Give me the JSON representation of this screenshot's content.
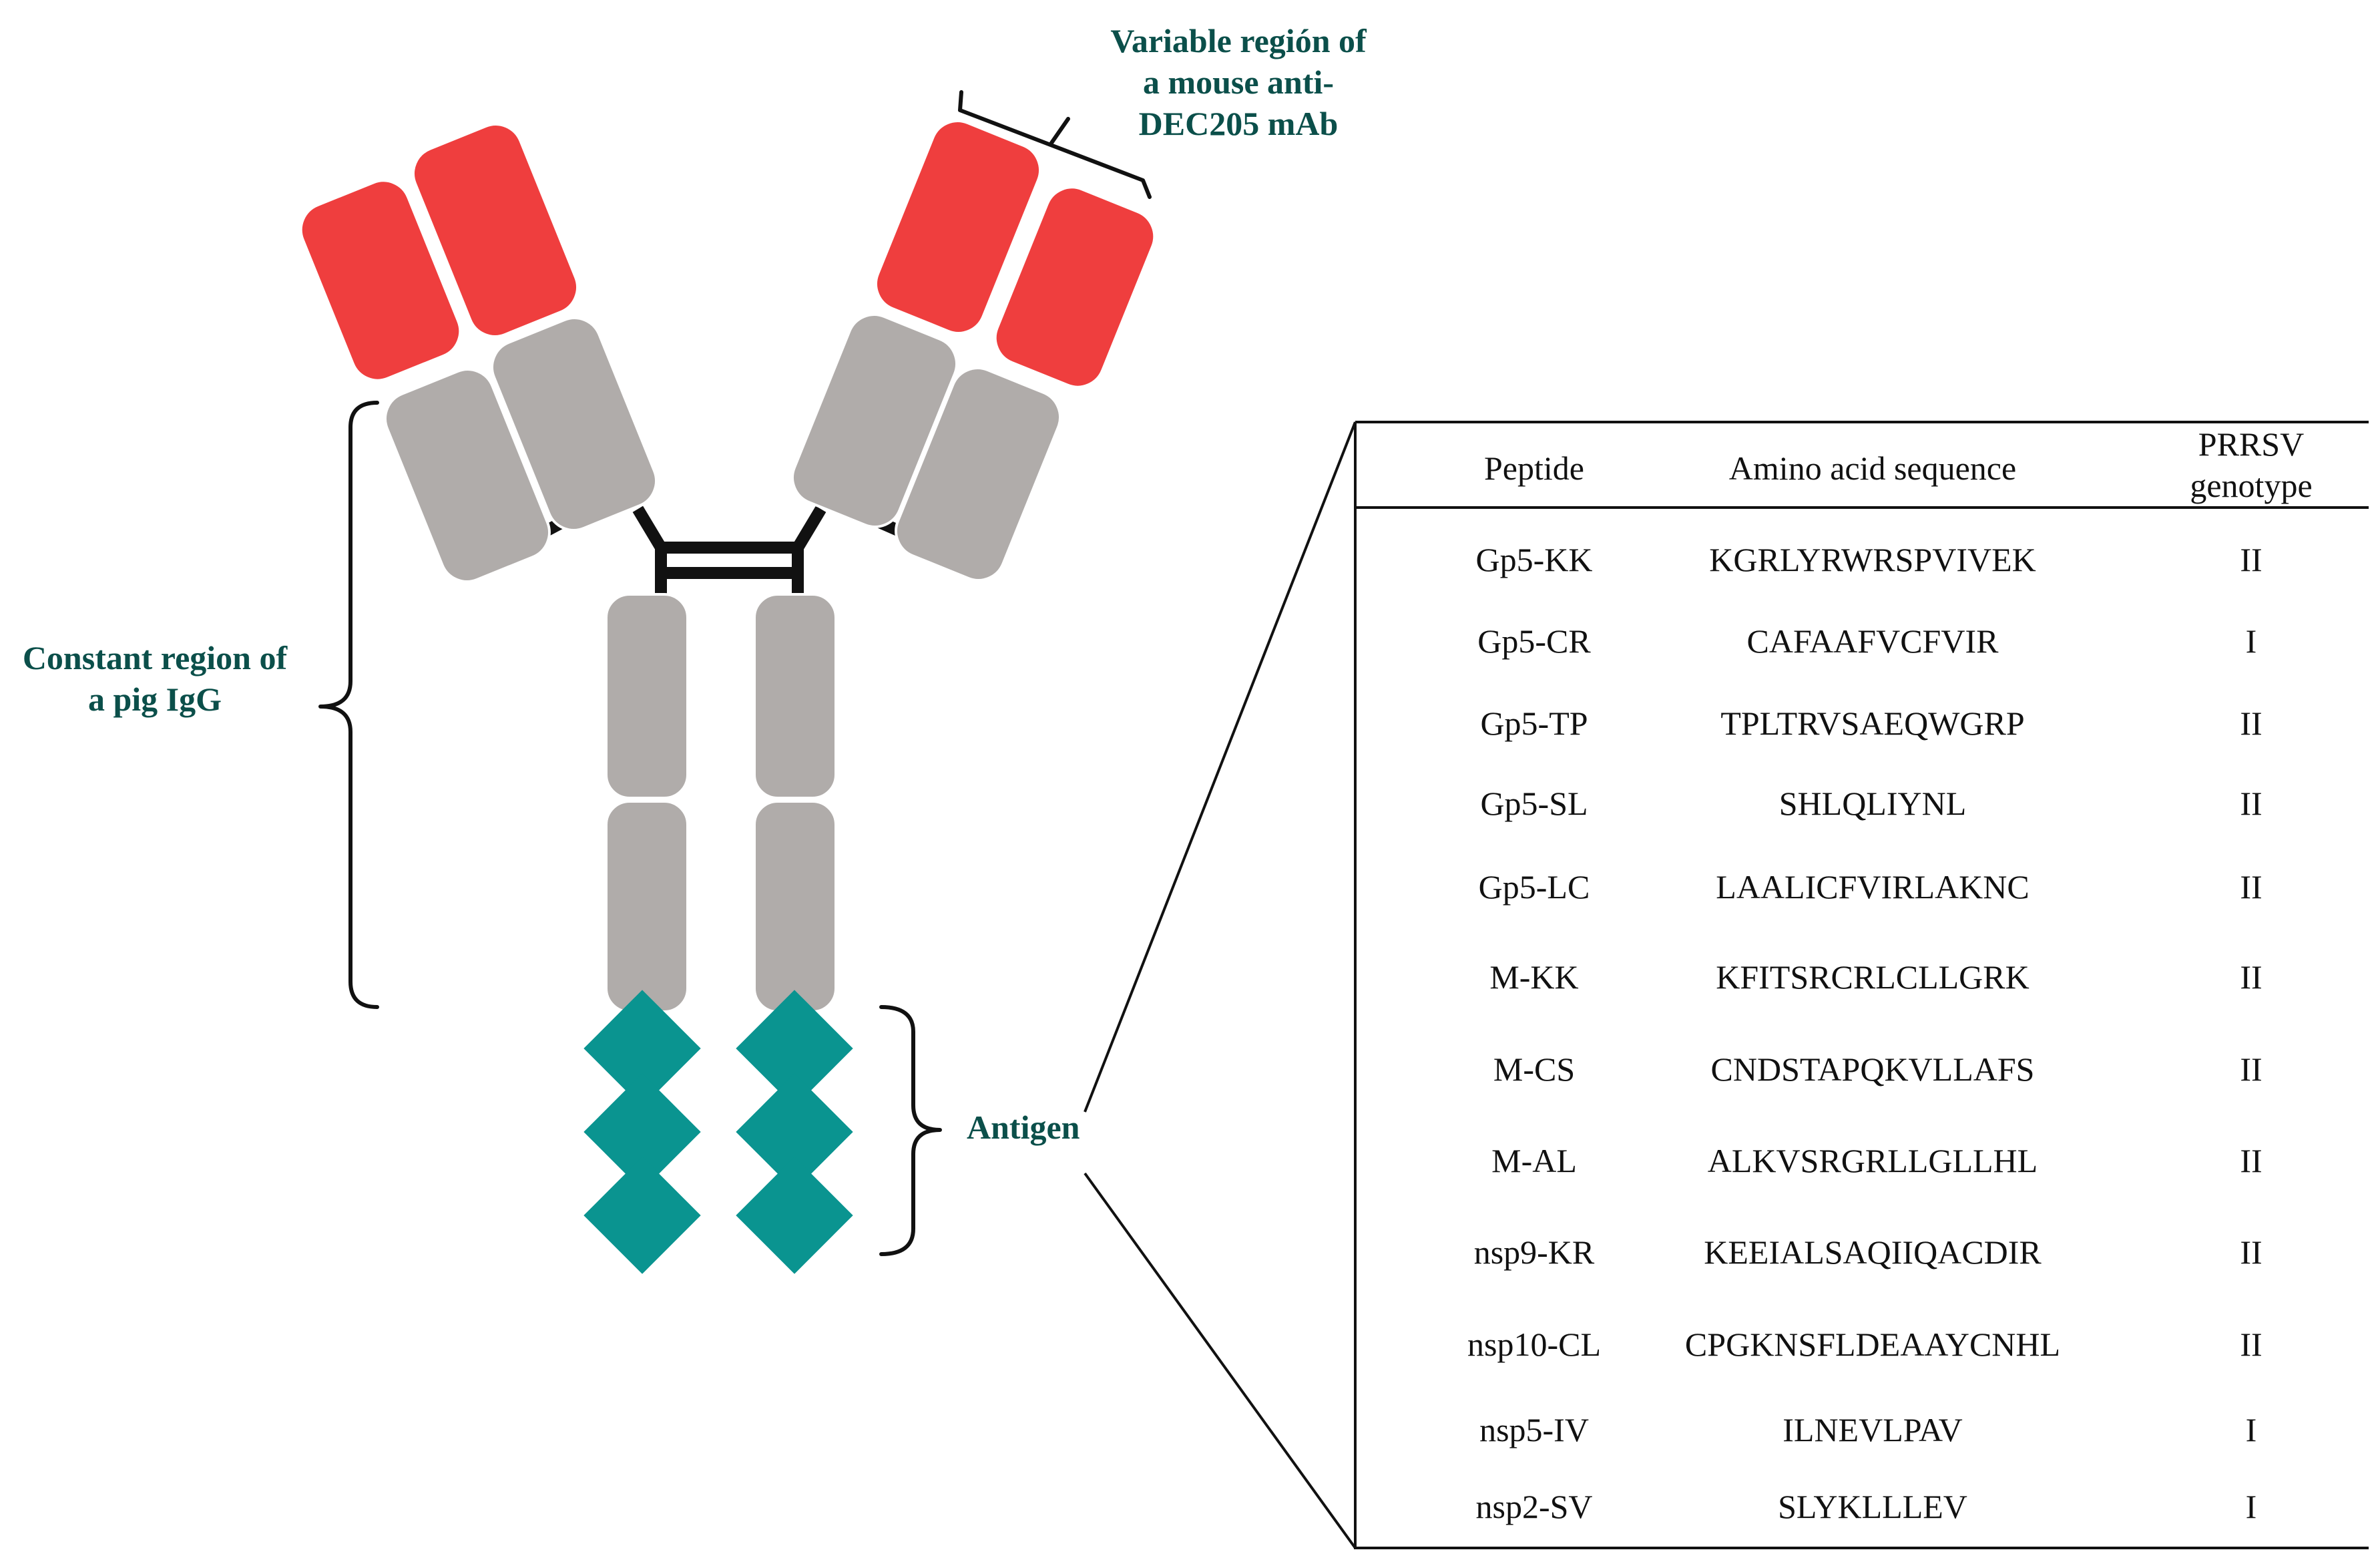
{
  "colors": {
    "variable_region": "#ef3e3e",
    "constant_region": "#b0acaa",
    "antigen": "#0a9490",
    "label_text": "#0b4f4a",
    "linker": "#111111"
  },
  "labels": {
    "variable_region": [
      "Variable región of",
      "a mouse anti-",
      "DEC205 mAb"
    ],
    "constant_region": [
      "Constant region of",
      "a pig IgG"
    ],
    "antigen": "Antigen"
  },
  "table": {
    "headers": {
      "peptide": "Peptide",
      "sequence": "Amino acid sequence",
      "genotype": [
        "PRRSV",
        "genotype"
      ]
    },
    "rows": [
      {
        "peptide": "Gp5-KK",
        "sequence": "KGRLYRWRSPVIVEK",
        "genotype": "II"
      },
      {
        "peptide": "Gp5-CR",
        "sequence": "CAFAAFVCFVIR",
        "genotype": "I"
      },
      {
        "peptide": "Gp5-TP",
        "sequence": "TPLTRVSAEQWGRP",
        "genotype": "II"
      },
      {
        "peptide": "Gp5-SL",
        "sequence": "SHLQLIYNL",
        "genotype": "II"
      },
      {
        "peptide": "Gp5-LC",
        "sequence": "LAALICFVIRLAKNC",
        "genotype": "II"
      },
      {
        "peptide": "M-KK",
        "sequence": "KFITSRCRLCLLGRK",
        "genotype": "II"
      },
      {
        "peptide": "M-CS",
        "sequence": "CNDSTAPQKVLLAFS",
        "genotype": "II"
      },
      {
        "peptide": "M-AL",
        "sequence": "ALKVSRGRLLGLLHL",
        "genotype": "II"
      },
      {
        "peptide": "nsp9-KR",
        "sequence": "KEEIALSAQIIQACDIR",
        "genotype": "II"
      },
      {
        "peptide": "nsp10-CL",
        "sequence": "CPGKNSFLDEAAYCNHL",
        "genotype": "II"
      },
      {
        "peptide": "nsp5-IV",
        "sequence": "ILNEVLPAV",
        "genotype": "I"
      },
      {
        "peptide": "nsp2-SV",
        "sequence": "SLYKLLLEV",
        "genotype": "I"
      }
    ]
  }
}
